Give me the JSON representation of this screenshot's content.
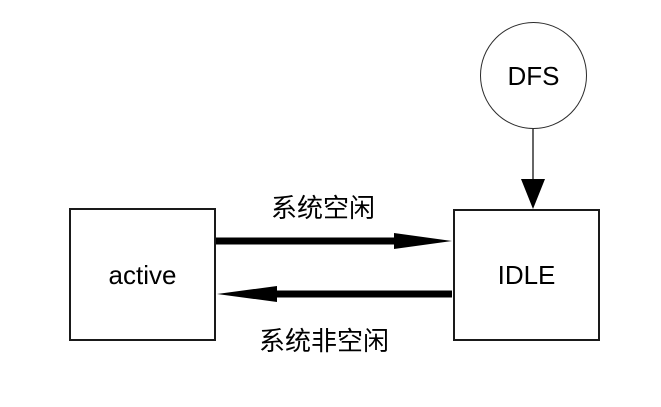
{
  "diagram": {
    "title": "state-transition-diagram",
    "nodes": {
      "dfs": {
        "label": "DFS",
        "shape": "circle"
      },
      "active": {
        "label": "active",
        "shape": "rect"
      },
      "idle": {
        "label": "IDLE",
        "shape": "rect"
      }
    },
    "edges": [
      {
        "from": "active",
        "to": "idle",
        "label": "系统空闲",
        "style": "thick-black-arrow",
        "direction": "right"
      },
      {
        "from": "idle",
        "to": "active",
        "label": "系统非空闲",
        "style": "thick-black-arrow",
        "direction": "left"
      },
      {
        "from": "dfs",
        "to": "idle",
        "label": "",
        "style": "thin-gray-arrow",
        "direction": "down"
      }
    ],
    "colors": {
      "background": "#ffffff",
      "node_border": "#1a1a1a",
      "edge_thick": "#000000",
      "edge_thin": "#666666",
      "text": "#000000"
    }
  }
}
